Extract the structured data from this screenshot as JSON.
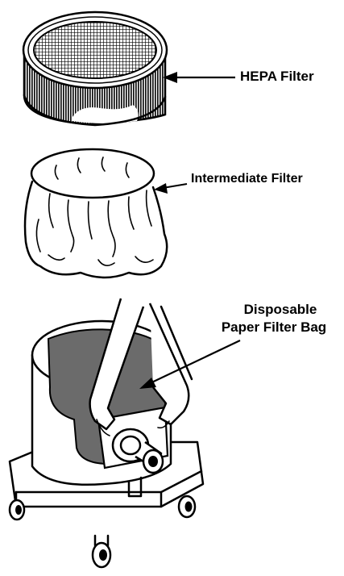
{
  "labels": {
    "hepa": "HEPA Filter",
    "intermediate": "Intermediate Filter",
    "bag_line1": "Disposable",
    "bag_line2": "Paper Filter Bag"
  }
}
